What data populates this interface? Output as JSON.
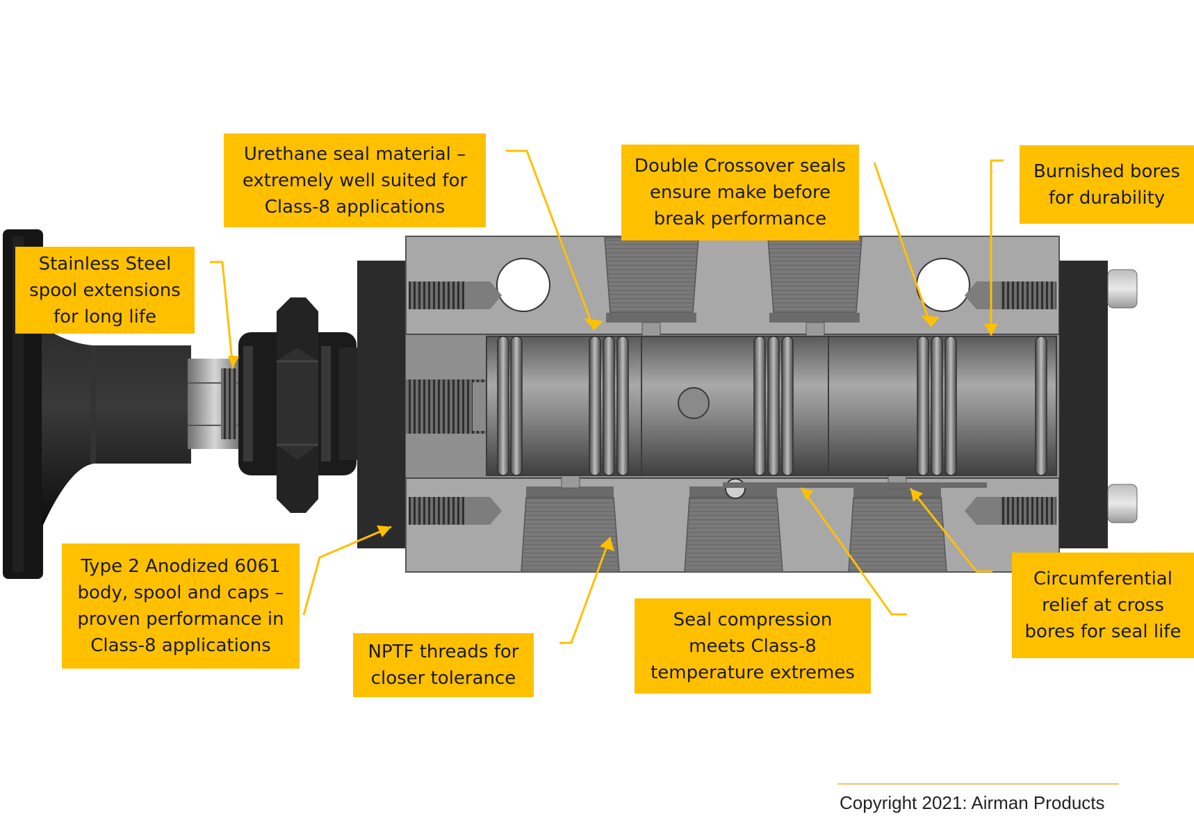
{
  "colors": {
    "accent": "#FFC000",
    "body_gray": "#A8A8A8",
    "spool_gray": "#7E7E7E",
    "dark": "#1E1E1E"
  },
  "callouts": {
    "urethane": "Urethane seal material –\nextremely well suited for\nClass-8 applications",
    "crossover": "Double Crossover seals\nensure make before\nbreak performance",
    "burnished": "Burnished bores\nfor durability",
    "stainless": "Stainless Steel\nspool extensions\nfor long life",
    "anodized": "Type 2 Anodized 6061\nbody, spool and caps –\nproven performance in\nClass-8 applications",
    "nptf": "NPTF threads for\ncloser tolerance",
    "compression": "Seal compression\nmeets Class-8\ntemperature extremes",
    "relief": "Circumferential\nrelief at cross\nbores for seal life"
  },
  "copyright": "Copyright 2021: Airman Products"
}
